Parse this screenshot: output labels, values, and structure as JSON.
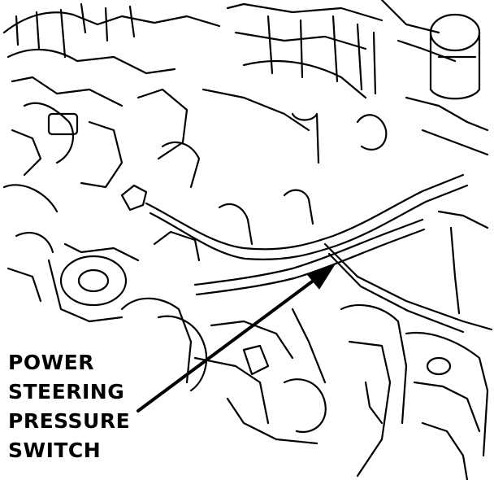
{
  "callout": {
    "lines": [
      "POWER",
      "STEERING",
      "PRESSURE",
      "SWITCH"
    ]
  },
  "colors": {
    "ink": "#000000",
    "paper": "#ffffff"
  }
}
